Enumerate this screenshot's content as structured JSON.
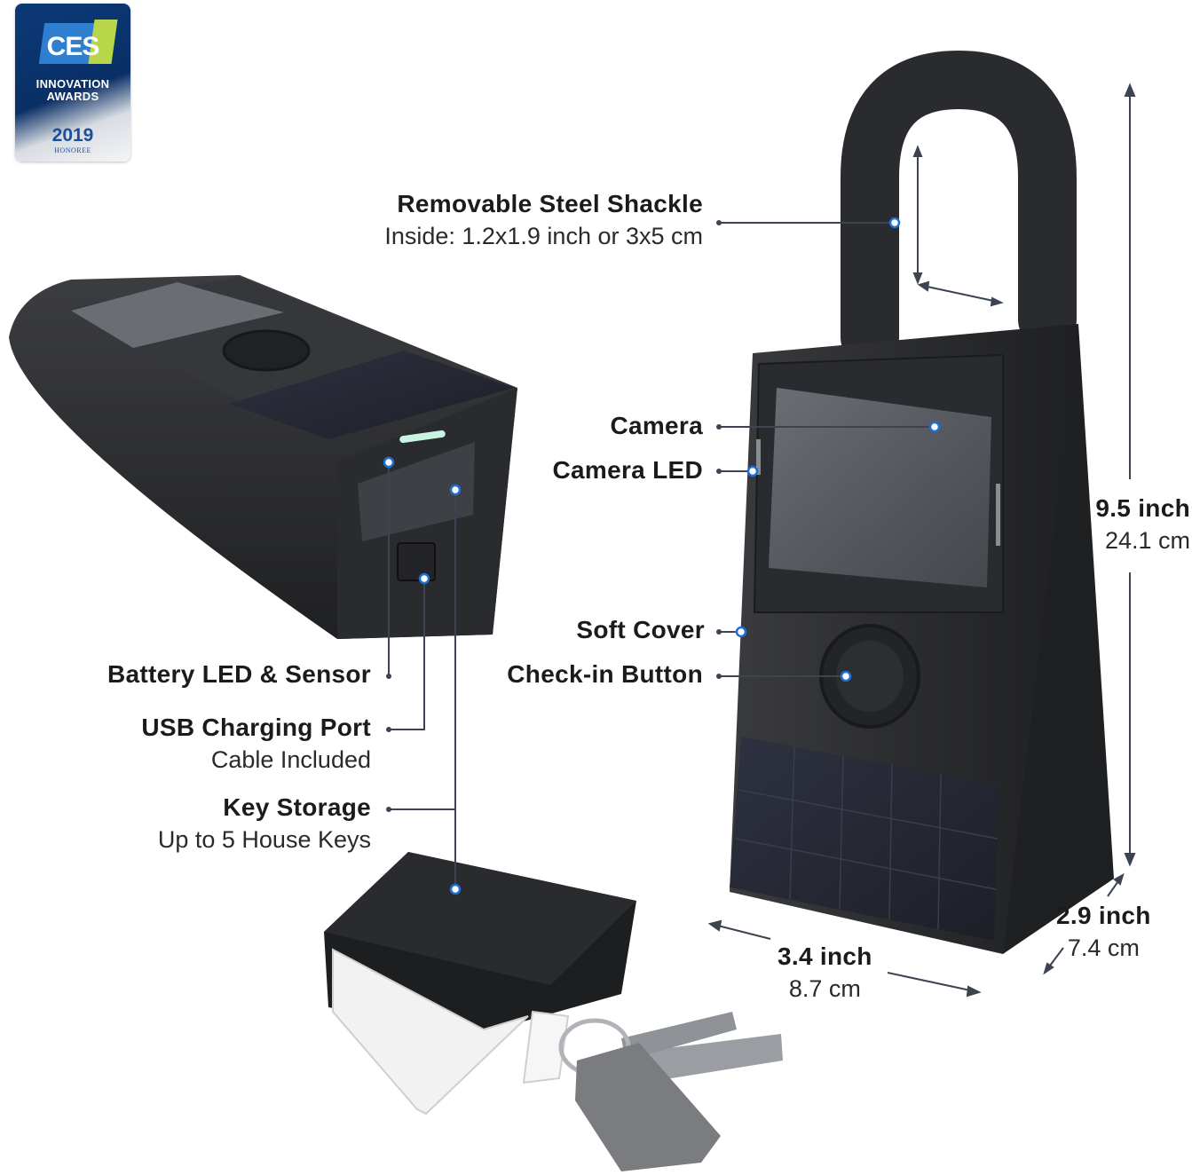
{
  "badge": {
    "logo": "CES",
    "line1": "INNOVATION",
    "line2": "AWARDS",
    "year": "2019",
    "honoree": "HONOREE"
  },
  "labels": {
    "shackle": {
      "title": "Removable Steel Shackle",
      "sub": "Inside: 1.2x1.9 inch or 3x5 cm"
    },
    "camera": {
      "title": "Camera"
    },
    "camera_led": {
      "title": "Camera LED"
    },
    "soft_cover": {
      "title": "Soft Cover"
    },
    "checkin": {
      "title": "Check-in Button"
    },
    "battery": {
      "title": "Battery LED & Sensor"
    },
    "usb": {
      "title": "USB Charging Port",
      "sub": "Cable Included"
    },
    "key_storage": {
      "title": "Key Storage",
      "sub": "Up to 5 House Keys"
    }
  },
  "dimensions": {
    "height": {
      "imperial": "9.5 inch",
      "metric": "24.1 cm"
    },
    "depth": {
      "imperial": "2.9 inch",
      "metric": "7.4 cm"
    },
    "width": {
      "imperial": "3.4 inch",
      "metric": "8.7 cm"
    }
  },
  "colors": {
    "device": "#2c2d30",
    "callout_line": "#3c4452",
    "callout_dot": "#1e6fd6",
    "badge_blue": "#0a2f66"
  }
}
